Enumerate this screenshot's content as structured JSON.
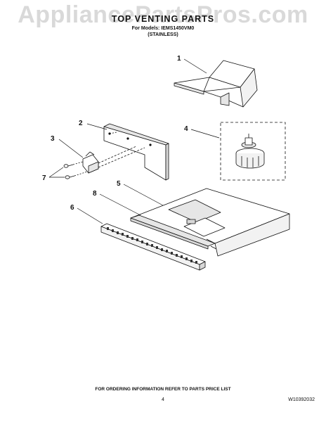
{
  "watermark": "AppliancePartsPros.com",
  "header": {
    "title": "TOP VENTING PARTS",
    "models_line": "For Models: IEMS1450VM0",
    "variant_line": "(STAINLESS)"
  },
  "callouts": [
    "1",
    "2",
    "3",
    "4",
    "5",
    "6",
    "7",
    "8"
  ],
  "footer": {
    "ordering_note": "FOR ORDERING INFORMATION REFER TO PARTS PRICE LIST",
    "page_number": "4",
    "document_number": "W10392032"
  }
}
